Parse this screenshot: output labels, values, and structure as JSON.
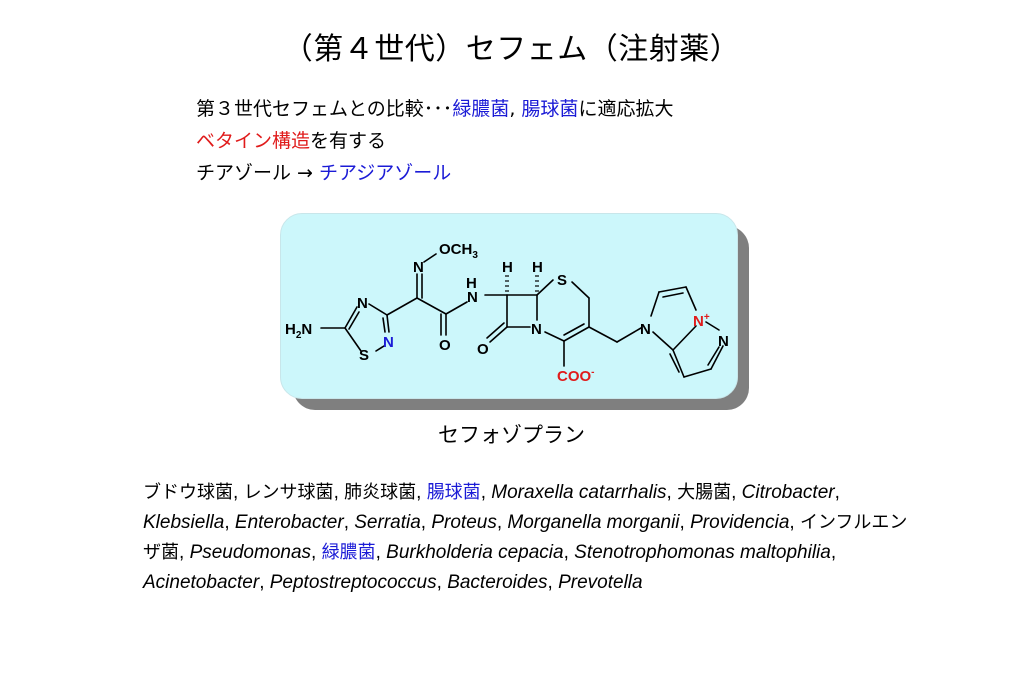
{
  "title": "（第４世代）セフェム（注射薬）",
  "points": {
    "line1_prefix": "第３世代セフェムとの比較･･･",
    "line1_blue_1": "緑膿菌",
    "line1_comma": ",",
    "line1_blue_2": "腸球菌",
    "line1_suffix": "に適応拡大",
    "line2_red": "ベタイン構造",
    "line2_suffix": "を有する",
    "line3_prefix": "チアゾール →",
    "line3_blue": "チアジアゾール"
  },
  "structure": {
    "labels": {
      "och3_o": "OCH",
      "och3_sub": "3",
      "n_imine": "N",
      "h_left": "H",
      "h_right": "H",
      "n_amide": "N",
      "h_amide": "H",
      "s_ring": "S",
      "n_thiad_top": "N",
      "n_thiad_blue": "N",
      "s_thiad": "S",
      "h2n": "H",
      "h2n_sub": "2",
      "h2n_n": "N",
      "o_amide": "O",
      "o_lactam": "O",
      "n_lactam": "N",
      "coo": "COO",
      "coo_charge": "-",
      "n_imid": "N",
      "n_plus": "N",
      "plus": "+",
      "n_pyrid": "N"
    },
    "colors": {
      "panel_bg": "#ccf7fb",
      "red": "#e01b1b",
      "blue": "#1b1bd6"
    }
  },
  "caption": "セフォゾプラン",
  "bacteria": [
    {
      "text": "ブドウ球菌",
      "style": "jp"
    },
    {
      "text": ", ",
      "style": "plain"
    },
    {
      "text": "レンサ球菌",
      "style": "jp"
    },
    {
      "text": ", ",
      "style": "plain"
    },
    {
      "text": "肺炎球菌",
      "style": "jp"
    },
    {
      "text": ", ",
      "style": "plain"
    },
    {
      "text": "腸球菌",
      "style": "jp-blue"
    },
    {
      "text": ", ",
      "style": "plain"
    },
    {
      "text": "Moraxella catarrhalis",
      "style": "italic"
    },
    {
      "text": ", ",
      "style": "plain"
    },
    {
      "text": "大腸菌",
      "style": "jp"
    },
    {
      "text": ", ",
      "style": "plain"
    },
    {
      "text": "Citrobacter",
      "style": "italic"
    },
    {
      "text": ", ",
      "style": "plain"
    },
    {
      "text": "Klebsiella",
      "style": "italic"
    },
    {
      "text": ", ",
      "style": "plain"
    },
    {
      "text": "Enterobacter",
      "style": "italic"
    },
    {
      "text": ", ",
      "style": "plain"
    },
    {
      "text": "Serratia",
      "style": "italic"
    },
    {
      "text": ", ",
      "style": "plain"
    },
    {
      "text": "Proteus",
      "style": "italic"
    },
    {
      "text": ", ",
      "style": "plain"
    },
    {
      "text": "Morganella morganii",
      "style": "italic"
    },
    {
      "text": ", ",
      "style": "plain"
    },
    {
      "text": "Providencia",
      "style": "italic"
    },
    {
      "text": ", ",
      "style": "plain"
    },
    {
      "text": "インフルエンザ菌",
      "style": "jp"
    },
    {
      "text": ", ",
      "style": "plain"
    },
    {
      "text": "Pseudomonas",
      "style": "italic"
    },
    {
      "text": ", ",
      "style": "plain"
    },
    {
      "text": "緑膿菌",
      "style": "jp-blue"
    },
    {
      "text": ", ",
      "style": "plain"
    },
    {
      "text": "Burkholderia cepacia",
      "style": "italic"
    },
    {
      "text": ", ",
      "style": "plain"
    },
    {
      "text": "Stenotrophomonas maltophilia",
      "style": "italic"
    },
    {
      "text": ", ",
      "style": "plain"
    },
    {
      "text": "Acinetobacter",
      "style": "italic"
    },
    {
      "text": ", ",
      "style": "plain"
    },
    {
      "text": "Peptostreptococcus",
      "style": "italic"
    },
    {
      "text": ", ",
      "style": "plain"
    },
    {
      "text": "Bacteroides",
      "style": "italic"
    },
    {
      "text": ", ",
      "style": "plain"
    },
    {
      "text": "Prevotella",
      "style": "italic"
    }
  ]
}
